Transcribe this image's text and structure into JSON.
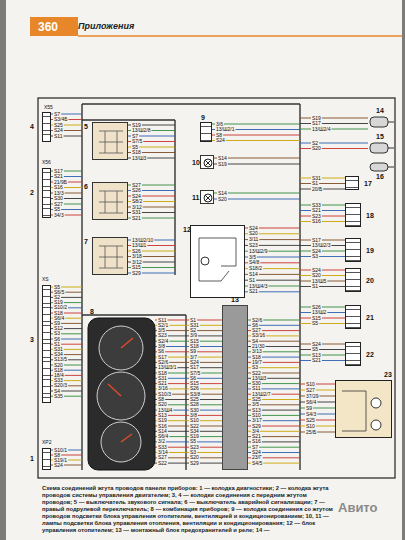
{
  "diagram": {
    "caption": "Схема соединений жгута проводов панели приборов: 1 — колодка диагностики; 2 — колодка жгута проводов системы управления двигателем; 3, 4 — колодки соединения с передним жгутом проводов; 5 — выключатель звукового сигнала; 6 — выключатель аварийной сигнализации; 7 — правый подрулевой переключатель; 8 — комбинация приборов; 9 — колодка соединения со жгутом проводов подсветки блока управления отопителем, вентиляцией и кондиционированием; 10, 11 — лампы подсветки блока управления отопления, вентиляции и кондиционирования; 12 — блок управления отопителем; 13 — монтажный блок предохранителей и реле; 14 —",
    "nodes": [
      {
        "text": [
          "1"
        ]
      },
      {
        "text": [
          "2"
        ]
      },
      {
        "text": [
          "3"
        ]
      },
      {
        "text": [
          "4"
        ]
      },
      {
        "text": [
          "5"
        ]
      },
      {
        "text": [
          "6"
        ]
      },
      {
        "text": [
          "7"
        ]
      },
      {
        "text": [
          "8"
        ]
      },
      {
        "text": [
          "9"
        ]
      },
      {
        "text": [
          "10"
        ]
      },
      {
        "text": [
          "11"
        ]
      },
      {
        "text": [
          "12"
        ]
      },
      {
        "text": [
          "13"
        ]
      },
      {
        "text": [
          "14"
        ]
      },
      {
        "text": [
          "15"
        ]
      },
      {
        "text": [
          "16"
        ]
      },
      {
        "text": [
          "17"
        ]
      },
      {
        "text": [
          "18"
        ]
      },
      {
        "text": [
          "19"
        ]
      },
      {
        "text": [
          "20"
        ]
      },
      {
        "text": [
          "21"
        ]
      },
      {
        "text": [
          "22"
        ]
      },
      {
        "text": [
          "23"
        ]
      }
    ],
    "labels": [
      "360",
      "Приложения",
      "X55",
      "X56",
      "XS",
      "XP2",
      "Авито",
      "S7",
      "S3/4Б",
      "S25",
      "S24",
      "S11",
      "S17",
      "S21",
      "21/9Б",
      "S16",
      "13/3",
      "S30",
      "S27",
      "S5",
      "34/3",
      "S5",
      "S6/5",
      "S2",
      "S19",
      "S10/2",
      "S18",
      "S6/4",
      "S9",
      "S12",
      "S3",
      "S6",
      "S1",
      "S31",
      "S34",
      "S13/5",
      "S20",
      "S18",
      "18/4",
      "S33",
      "S20/3",
      "S4",
      "S35",
      "S10/1",
      "S8",
      "S19/1",
      "S24",
      "S19",
      "13/Ш2/8",
      "S7",
      "S7/5",
      "S5",
      "S18",
      "13/Ш3",
      "S27",
      "S26",
      "S24",
      "S8/2",
      "3/12",
      "S31",
      "S21",
      "13/Ш2/10",
      "13/Ш1",
      "S26",
      "3/18",
      "3/12",
      "S15",
      "S29",
      "S11",
      "S2/1",
      "3/5",
      "S23",
      "S2/4",
      "3/8",
      "S6",
      "S17",
      "S2/6",
      "13/Ш3/1",
      "S18",
      "S31",
      "S21",
      "3/16",
      "S10/3",
      "S8",
      "S20",
      "13/Ш4",
      "S13",
      "S19",
      "S16",
      "S14",
      "S6/4",
      "3/2",
      "S33",
      "3/14",
      "S27",
      "S22",
      "3/6",
      "13/Ш2/1",
      "S8",
      "S24",
      "S14",
      "S19",
      "S14",
      "S20",
      "S24",
      "S20",
      "3/11",
      "S23",
      "13/Ш2/9",
      "3/5",
      "S4/8",
      "S18/2",
      "S14",
      "S1",
      "13/Ш4/3",
      "S21",
      "S1",
      "S31",
      "S2",
      "3/9",
      "S15",
      "S18",
      "S9",
      "3/7",
      "S24",
      "S17",
      "S7/5",
      "S6",
      "S15",
      "S26",
      "S3/8",
      "S25",
      "S28",
      "S30",
      "3/8",
      "S10",
      "S22",
      "S34",
      "S19",
      "S5",
      "S23",
      "S3",
      "S20",
      "S29",
      "S2/6",
      "S6",
      "S27",
      "S3/16",
      "S4",
      "21/30",
      "3/13",
      "S18",
      "19/7",
      "S3",
      "S22",
      "13/Ш3",
      "S30",
      "S11",
      "13/Ш2/7",
      "S25",
      "3/5",
      "S13",
      "S10",
      "3/17",
      "S29",
      "3/4",
      "S21",
      "S16",
      "S7",
      "S24",
      "23/Г",
      "S4/5",
      "S19",
      "S17",
      "13/Ш2/4",
      "S2",
      "S20",
      "S31",
      "S1",
      "20/Б",
      "S33",
      "S21",
      "S23",
      "S16",
      "S17",
      "13/Ш2/3",
      "S24",
      "S3",
      "S24",
      "S20",
      "13/Ш5",
      "S1",
      "S26",
      "13/Ш2",
      "S15",
      "S5",
      "S24",
      "S5",
      "S13",
      "S21",
      "S10",
      "S27",
      "37/29",
      "S6/4",
      "S9",
      "S4/3",
      "S25",
      "S10",
      "25/Б"
    ]
  }
}
